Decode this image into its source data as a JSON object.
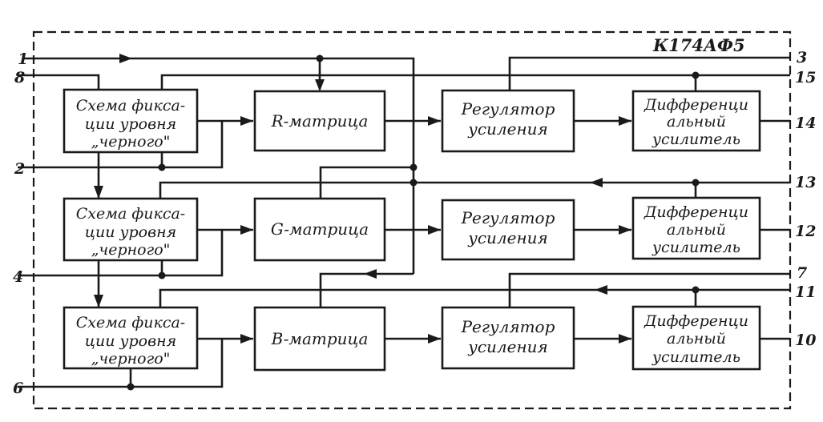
{
  "chip": "К174АФ5",
  "blocks": {
    "clamp_r": [
      "Схема фикса-",
      "ции уровня",
      "„черного\""
    ],
    "clamp_g": [
      "Схема фикса-",
      "ции уровня",
      "„черного\""
    ],
    "clamp_b": [
      "Схема фикса-",
      "ции уровня",
      "„черного\""
    ],
    "matrix_r": "R-матрица",
    "matrix_g": "G-матрица",
    "matrix_b": "B-матрица",
    "gain_r": [
      "Регулятор",
      "усиления"
    ],
    "gain_g": [
      "Регулятор",
      "усиления"
    ],
    "gain_b": [
      "Регулятор",
      "усиления"
    ],
    "diff_r": [
      "Дифференци",
      "альный",
      "усилитель"
    ],
    "diff_g": [
      "Дифференци",
      "альный",
      "усилитель"
    ],
    "diff_b": [
      "Дифференци",
      "альный",
      "усилитель"
    ]
  },
  "pins": {
    "p1": "1",
    "p8": "8",
    "p2": "2",
    "p4": "4",
    "p6": "6",
    "p3": "3",
    "p15": "15",
    "p14": "14",
    "p13": "13",
    "p12": "12",
    "p7": "7",
    "p11": "11",
    "p10": "10"
  }
}
